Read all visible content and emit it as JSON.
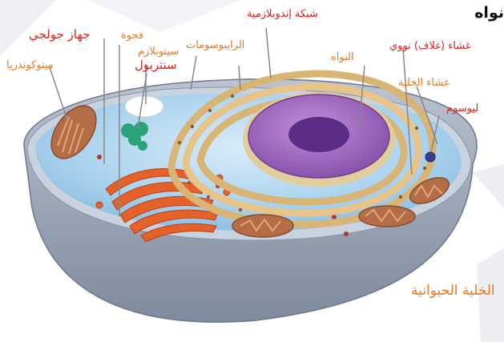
{
  "header": {
    "partial_title": "نواه"
  },
  "labels": {
    "er": "شبكة إندوبلازمية",
    "nuclear_envelope": "غشاء (غلاف) نووي",
    "golgi": "جهاز جولجي",
    "vacuole": "فجوة",
    "mitochondria": "ميتوكوندريا",
    "ribosomes": "الرايبوسومات",
    "cytoplasm": "سيتوبلازم",
    "centriole": "سنتربول",
    "nucleus": "النواه",
    "cell_membrane": "غشاء الخلية",
    "lysosome": "ليوسوم",
    "caption": "الخلية الحيوانية"
  },
  "colors": {
    "red_label": "#e0201c",
    "orange_label": "#e77a25",
    "cytoplasm": "#a9d2ee",
    "outer_wall": "#9ba6b7",
    "nucleus": "#9a65b8",
    "nucleolus": "#5c2d86",
    "er": "#e6c48a",
    "golgi": "#e4622a",
    "mitochondria": "#b06a45",
    "centriole": "#2aa27a",
    "lysosome": "#3a3f8f"
  }
}
